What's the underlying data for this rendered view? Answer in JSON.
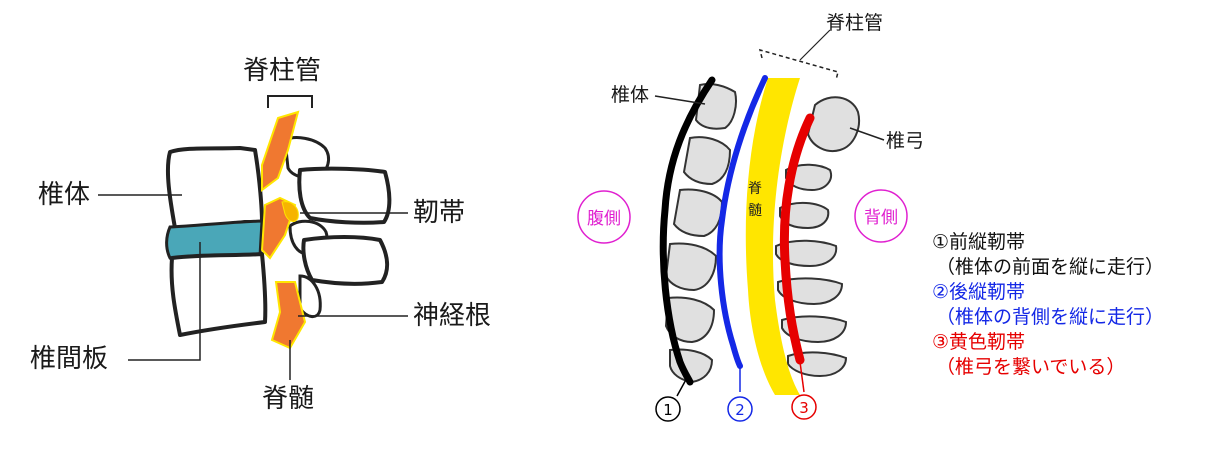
{
  "left": {
    "canal": "脊柱管",
    "vertebral_body": "椎体",
    "ligament": "靭帯",
    "nerve_root": "神経根",
    "disc": "椎間板",
    "spinal_cord": "脊髄"
  },
  "right": {
    "canal": "脊柱管",
    "vertebral_body": "椎体",
    "lamina": "椎弓",
    "ventral": "腹側",
    "dorsal": "背側",
    "spinal_cord_char1": "脊",
    "spinal_cord_char2": "髄",
    "marker1": "1",
    "marker2": "2",
    "marker3": "3"
  },
  "legend": {
    "item1_title": "①前縦靭帯",
    "item1_desc": "（椎体の前面を縦に走行）",
    "item2_title": "②後縦靭帯",
    "item2_desc": "（椎体の背側を縦に走行）",
    "item3_title": "③黄色靭帯",
    "item3_desc": "（椎弓を繋いでいる）"
  },
  "colors": {
    "bone_fill": "#ffffff",
    "bone_stroke": "#222222",
    "disc": "#4aa7b8",
    "cord_orange": "#f07830",
    "cord_yellow": "#ffe600",
    "ligament_black": "#000000",
    "ligament_blue": "#1428e6",
    "ligament_red": "#e60000",
    "magenta": "#e020d0",
    "vertebra_grey": "#e0e0e0"
  }
}
